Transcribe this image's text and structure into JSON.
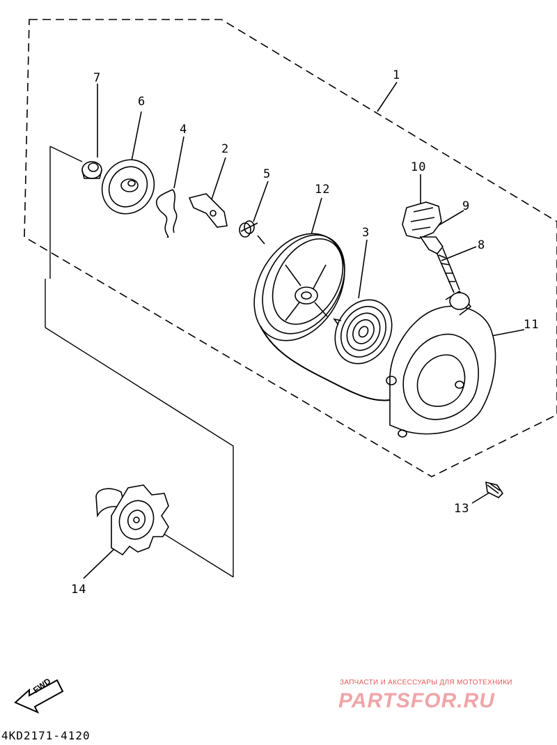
{
  "callouts": {
    "n1": "1",
    "n2": "2",
    "n3": "3",
    "n4": "4",
    "n5": "5",
    "n6": "6",
    "n7": "7",
    "n8": "8",
    "n9": "9",
    "n10": "10",
    "n11": "11",
    "n12": "12",
    "n13": "13",
    "n14": "14"
  },
  "fwd_label": "FWD",
  "part_code": "4KD2171-4120",
  "watermark": {
    "tagline": "ЗАПЧАСТИ И АКСЕССУАРЫ ДЛЯ МОТОТЕХНИКИ",
    "logo": "PARTSFOR.RU",
    "color": "#e0393f"
  }
}
